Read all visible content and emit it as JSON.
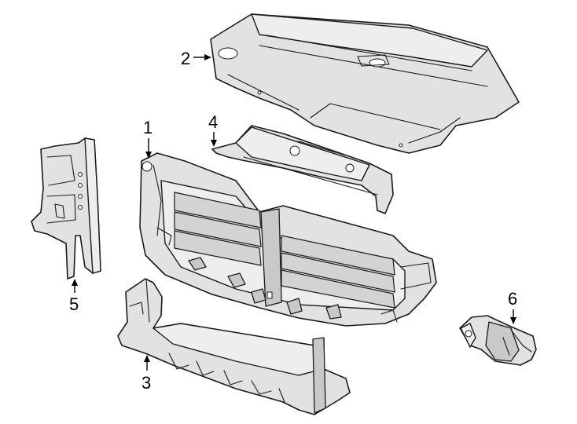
{
  "callouts": [
    {
      "id": "1",
      "label": "1"
    },
    {
      "id": "2",
      "label": "2"
    },
    {
      "id": "3",
      "label": "3"
    },
    {
      "id": "4",
      "label": "4"
    },
    {
      "id": "5",
      "label": "5"
    },
    {
      "id": "6",
      "label": "6"
    }
  ],
  "colors": {
    "part_fill": "#e2e2e2",
    "outline": "#1a1a1a",
    "background": "#ffffff"
  }
}
